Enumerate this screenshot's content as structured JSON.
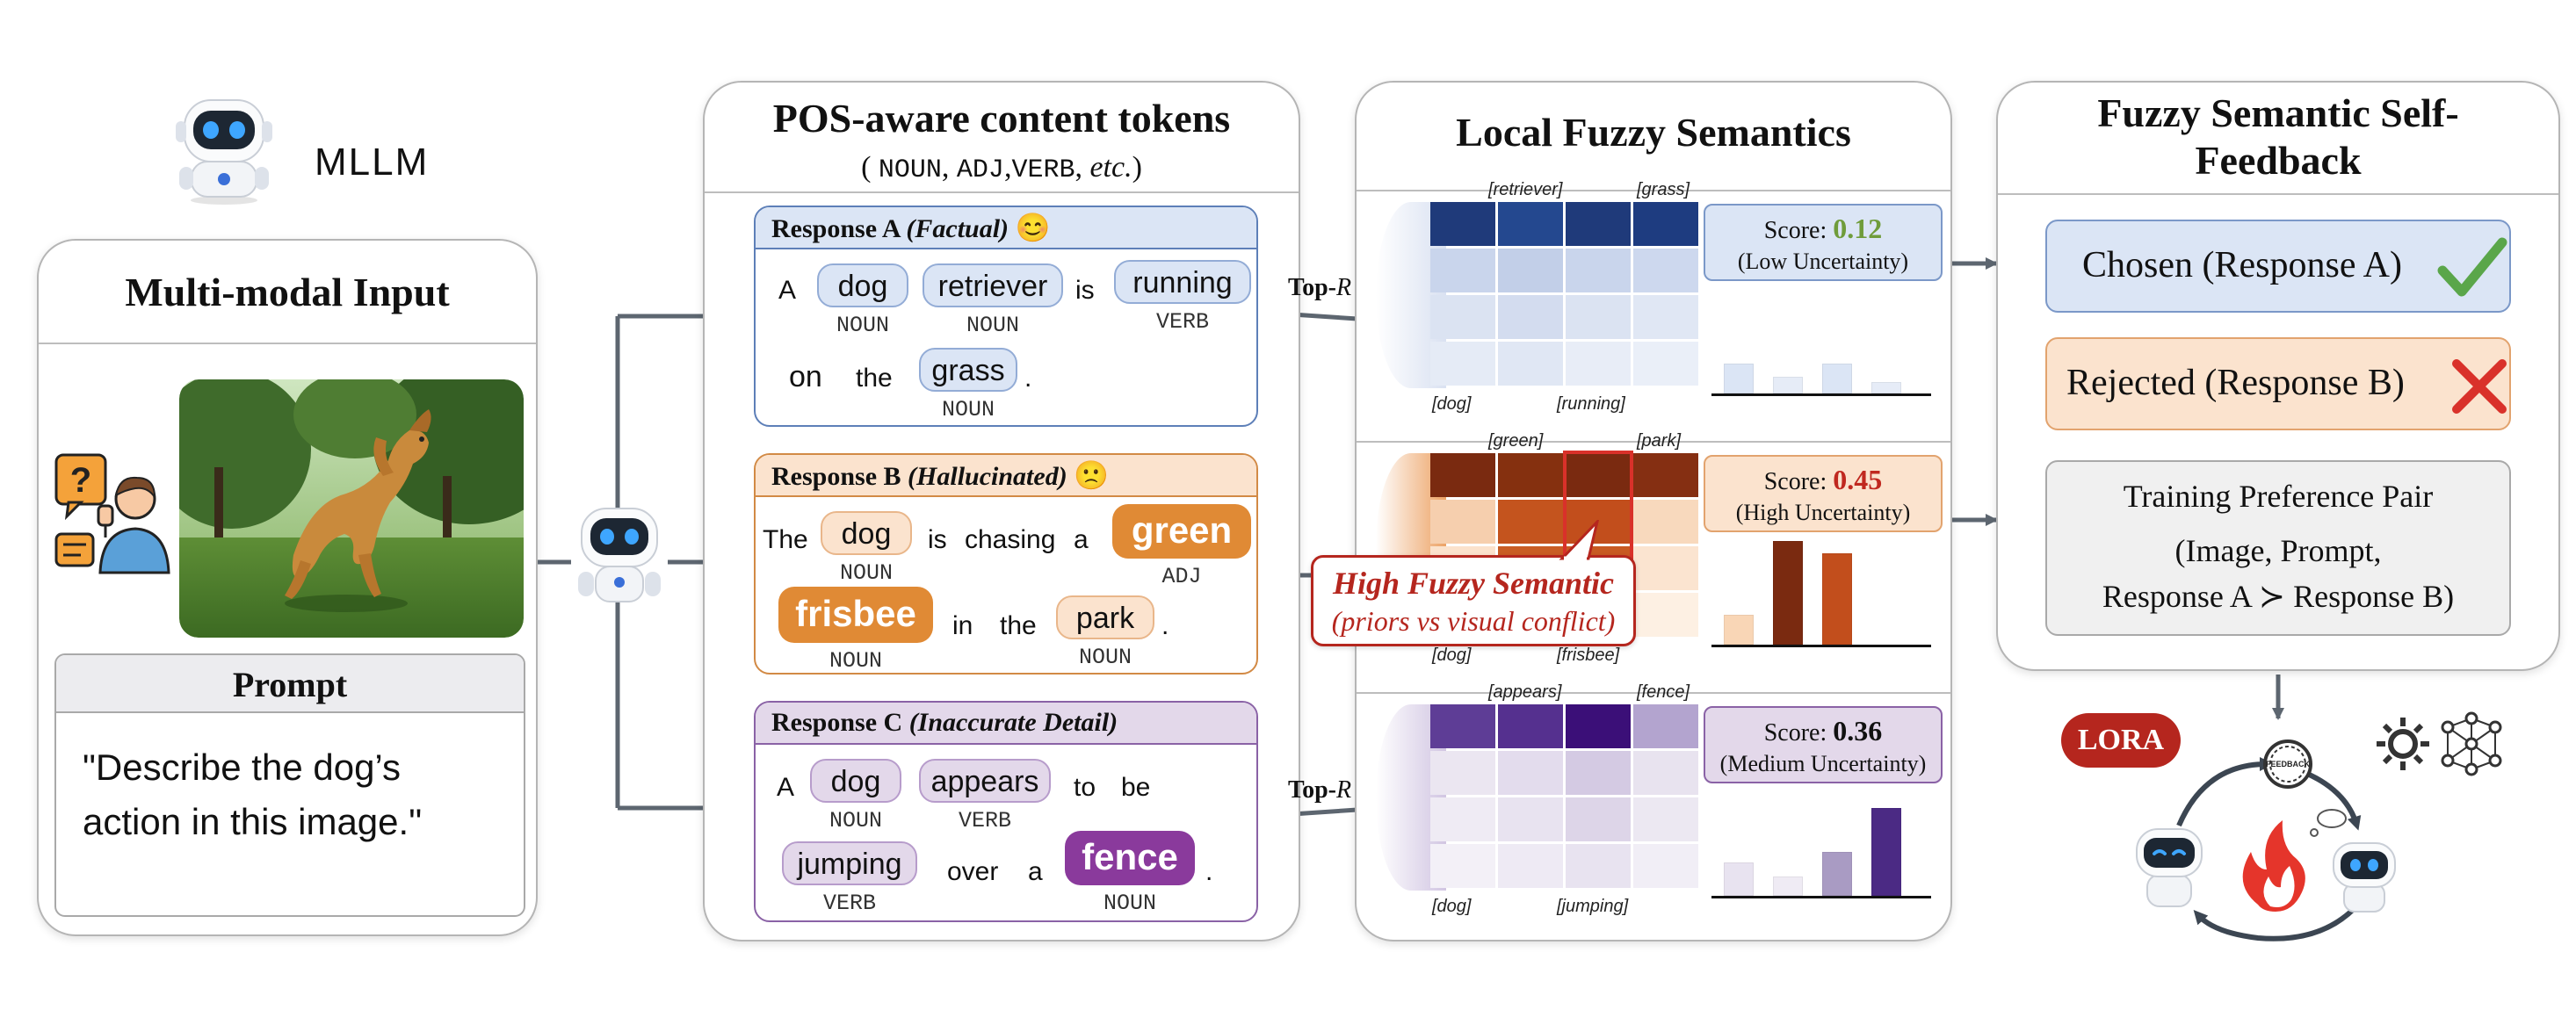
{
  "mllm_label": "MLLM",
  "input_panel": {
    "title": "Multi-modal Input",
    "prompt_title": "Prompt",
    "prompt_text_line1": "\"Describe the dog’s",
    "prompt_text_line2": "action in this image.\""
  },
  "tokens_panel": {
    "title": "POS-aware content tokens",
    "subtitle_open": "(",
    "subtitle_noun": "NOUN",
    "subtitle_adj": "ADJ",
    "subtitle_verb": "VERB",
    "subtitle_etc": "etc.",
    "subtitle_close": ")",
    "top_r_label": "Top-",
    "top_r_var": "R",
    "responses": [
      {
        "name": "Response A",
        "kind": "(Factual)",
        "emoji": "😊",
        "words": [
          "A",
          "dog",
          "retriever",
          "is",
          "running",
          "on",
          "the",
          "grass",
          "."
        ],
        "pos": [
          "NOUN",
          "NOUN",
          "VERB",
          "NOUN"
        ]
      },
      {
        "name": "Response B",
        "kind": "(Hallucinated)",
        "emoji": "🙁",
        "words": [
          "The",
          "dog",
          "is",
          "chasing",
          "a",
          "green",
          "frisbee",
          "in",
          "the",
          "park",
          "."
        ],
        "pos": [
          "NOUN",
          "ADJ",
          "NOUN",
          "NOUN"
        ]
      },
      {
        "name": "Response C",
        "kind": "(Inaccurate Detail)",
        "words": [
          "A",
          "dog",
          "appears",
          "to",
          "be",
          "jumping",
          "over",
          "a",
          "fence",
          "."
        ],
        "pos": [
          "NOUN",
          "VERB",
          "VERB",
          "NOUN"
        ]
      }
    ]
  },
  "fuzzy_panel": {
    "title": "Local Fuzzy Semantics",
    "blocks": [
      {
        "top_tags": [
          "[retriever]",
          "[grass]"
        ],
        "bottom_tags": [
          "[dog]",
          "[running]"
        ],
        "score_label": "Score: ",
        "score_value": "0.12",
        "uncertainty": "(Low Uncertainty)",
        "bars": [
          0.28,
          0.16,
          0.28,
          0.11
        ],
        "color": "#6f9c3a"
      },
      {
        "top_tags": [
          "[green]",
          "[park]"
        ],
        "bottom_tags": [
          "[dog]",
          "[frisbee]"
        ],
        "score_label": "Score: ",
        "score_value": "0.45",
        "uncertainty": "(High Uncertainty)",
        "bars": [
          0.28,
          0.98,
          0.87,
          0.0
        ],
        "color": "#c0281f"
      },
      {
        "top_tags": [
          "[appears]",
          "[fence]"
        ],
        "bottom_tags": [
          "[dog]",
          "[jumping]"
        ],
        "score_label": "Score: ",
        "score_value": "0.36",
        "uncertainty": "(Medium Uncertainty)",
        "bars": [
          0.32,
          0.18,
          0.42,
          0.83
        ],
        "color": "#111111"
      }
    ],
    "callout_line1": "High Fuzzy Semantic",
    "callout_line2": "(priors vs visual conflict)"
  },
  "feedback_panel": {
    "title_line1": "Fuzzy Semantic Self-",
    "title_line2": "Feedback",
    "chosen": "Chosen (Response A)",
    "rejected": "Rejected (Response B)",
    "pair_line1": "Training Preference Pair",
    "pair_line2": "(Image, Prompt,",
    "pair_line3": "Response A ≻ Response B)"
  },
  "lora_label": "LORA",
  "feedback_badge": "FEEDBACK"
}
